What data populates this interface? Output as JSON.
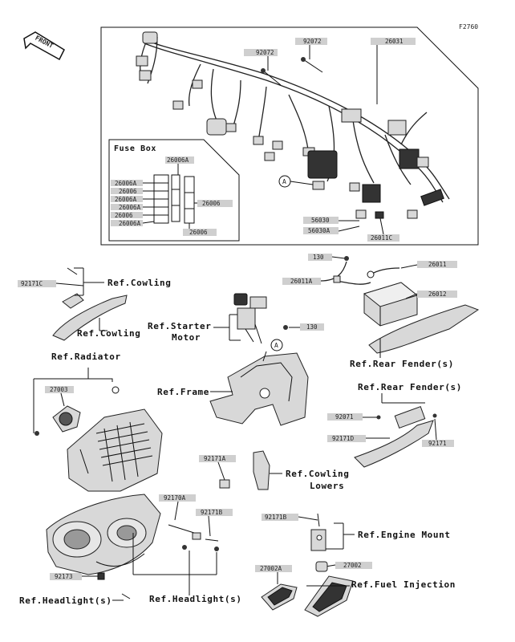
{
  "figure_code": "F2760",
  "front_label": "FRONT",
  "fuse_box_title": "Fuse Box",
  "harness_labels": {
    "p92072_a": "92072",
    "p92072_b": "92072",
    "p26031": "26031",
    "p56030": "56030",
    "p56030a": "56030A",
    "p26011c": "26011C",
    "marker_a": "A"
  },
  "fuse_labels": {
    "f1": "26006A",
    "f2": "26006A",
    "f3": "26006",
    "f4": "26006A",
    "f5": "26006",
    "f6": "26006A",
    "f7": "26006",
    "f8": "26006A",
    "f9": "26006"
  },
  "mid_labels": {
    "p92171c": "92171C",
    "ref_cowling_1": "Ref.Cowling",
    "ref_cowling_2": "Ref.Cowling",
    "ref_starter": "Ref.Starter",
    "ref_motor": "Motor",
    "p130_a": "130",
    "p130_b": "130",
    "p26011": "26011",
    "p26011a": "26011A",
    "p26012": "26012",
    "ref_rear_fender_1": "Ref.Rear Fender(s)",
    "marker_a2": "A"
  },
  "lower_labels": {
    "ref_radiator": "Ref.Radiator",
    "p27003": "27003",
    "ref_frame": "Ref.Frame",
    "ref_rear_fender_2": "Ref.Rear Fender(s)",
    "p92071": "92071",
    "p92171d": "92171D",
    "p92171": "92171",
    "p92171a": "92171A",
    "ref_cowling_lowers_1": "Ref.Cowling",
    "ref_cowling_lowers_2": "Lowers",
    "p92170a": "92170A",
    "p92171b_a": "92171B",
    "p92171b_b": "92171B",
    "ref_engine_mount": "Ref.Engine Mount",
    "p92173": "92173",
    "ref_headlight_1": "Ref.Headlight(s)",
    "ref_headlight_2": "Ref.Headlight(s)",
    "p27002a": "27002A",
    "p27002": "27002",
    "ref_fuel_injection": "Ref.Fuel Injection"
  }
}
